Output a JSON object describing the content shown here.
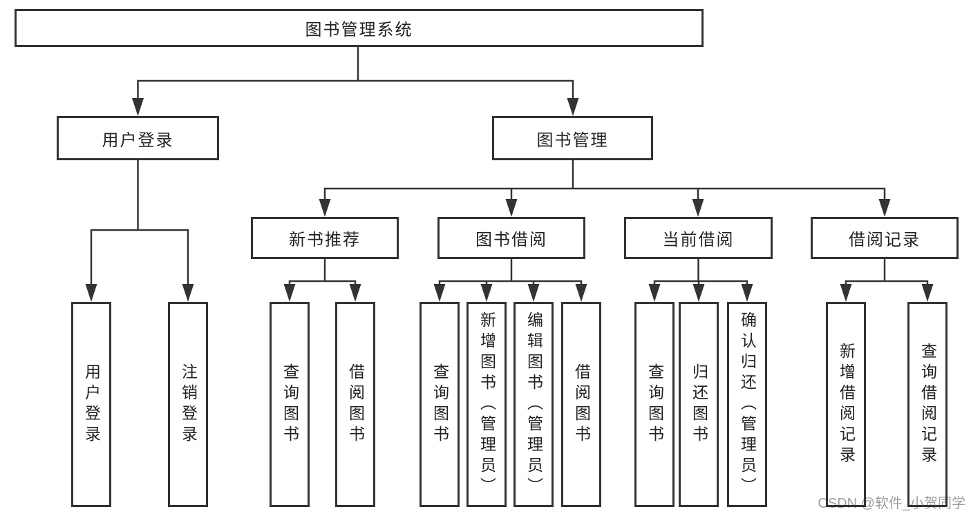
{
  "tree": {
    "root": {
      "label": "图书管理系统"
    },
    "branches": [
      {
        "label": "用户登录",
        "children": [
          {
            "label": "用户登录"
          },
          {
            "label": "注销登录"
          }
        ]
      },
      {
        "label": "图书管理",
        "children": [
          {
            "label": "新书推荐",
            "children": [
              {
                "label": "查询图书"
              },
              {
                "label": "借阅图书"
              }
            ]
          },
          {
            "label": "图书借阅",
            "children": [
              {
                "label": "查询图书"
              },
              {
                "label": "新增图书（管理员）"
              },
              {
                "label": "编辑图书（管理员）"
              },
              {
                "label": "借阅图书"
              }
            ]
          },
          {
            "label": "当前借阅",
            "children": [
              {
                "label": "查询图书"
              },
              {
                "label": "归还图书"
              },
              {
                "label": "确认归还（管理员）"
              }
            ]
          },
          {
            "label": "借阅记录",
            "children": [
              {
                "label": "新增借阅记录"
              },
              {
                "label": "查询借阅记录"
              }
            ]
          }
        ]
      }
    ]
  },
  "watermark": {
    "text": "CSDN @软件_小贺同学"
  },
  "colors": {
    "line": "#333333",
    "text": "#222222",
    "box_background": "#ffffff",
    "page_background": "#ffffff",
    "watermark": "#9e9e9e"
  }
}
